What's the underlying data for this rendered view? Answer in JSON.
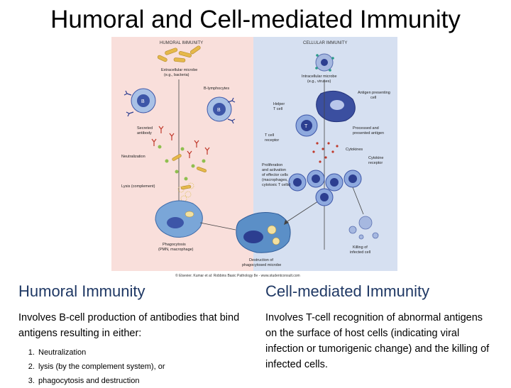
{
  "title": "Humoral and Cell-mediated Immunity",
  "figure": {
    "panel_left_heading": "HUMORAL IMMUNITY",
    "panel_right_heading": "CELLULAR IMMUNITY",
    "labels": {
      "extracellular_microbe": "Extracellular microbe",
      "extracellular_microbe_eg": "(e.g., bacteria)",
      "b_lymphocytes": "B-lymphocytes",
      "secreted_antibody_1": "Secreted",
      "secreted_antibody_2": "antibody",
      "neutralization": "Neutralization",
      "lysis": "Lysis (complement)",
      "phagocytosis_1": "Phagocytosis",
      "phagocytosis_2": "(PMN, macrophage)",
      "intracellular_microbe_1": "Intracellular microbe",
      "intracellular_microbe_2": "(e.g., viruses)",
      "antigen_presenting_1": "Antigen presenting",
      "antigen_presenting_2": "cell",
      "helper_t_1": "Helper",
      "helper_t_2": "T cell",
      "t_cell_receptor_1": "T cell",
      "t_cell_receptor_2": "receptor",
      "processed_1": "Processed and",
      "processed_2": "presented antigen",
      "cytokines": "Cytokines",
      "cytokine_receptor_1": "Cytokine",
      "cytokine_receptor_2": "receptor",
      "proliferation_1": "Proliferation",
      "proliferation_2": "and activation",
      "proliferation_3": "of effector cells",
      "proliferation_4": "(macrophages,",
      "proliferation_5": "cytotoxic T cells)",
      "killing_1": "Killing of",
      "killing_2": "infected cell",
      "destruction_1": "Destruction of",
      "destruction_2": "phagocytosed microbe"
    },
    "credit": "© Elsevier. Kumar et al: Robbins Basic Pathology 8e - www.studentconsult.com"
  },
  "humoral": {
    "heading": "Humoral Immunity",
    "description": "Involves B-cell production of antibodies that bind antigens resulting in either:",
    "items": [
      "Neutralization",
      "lysis (by the complement system), or",
      "phagocytosis and destruction"
    ]
  },
  "cellular": {
    "heading": "Cell-mediated Immunity",
    "description": "Involves T-cell recognition of abnormal antigens on the surface of host cells (indicating viral infection or tumorigenic change) and the killing of infected cells."
  },
  "colors": {
    "heading_blue": "#1f3864",
    "panel_pink": "#f9dfdb",
    "panel_blue": "#d6e0f1",
    "b_cell": "#3d56a8",
    "bacteria": "#e6b84a",
    "macrophage": "#5b8fc7"
  }
}
